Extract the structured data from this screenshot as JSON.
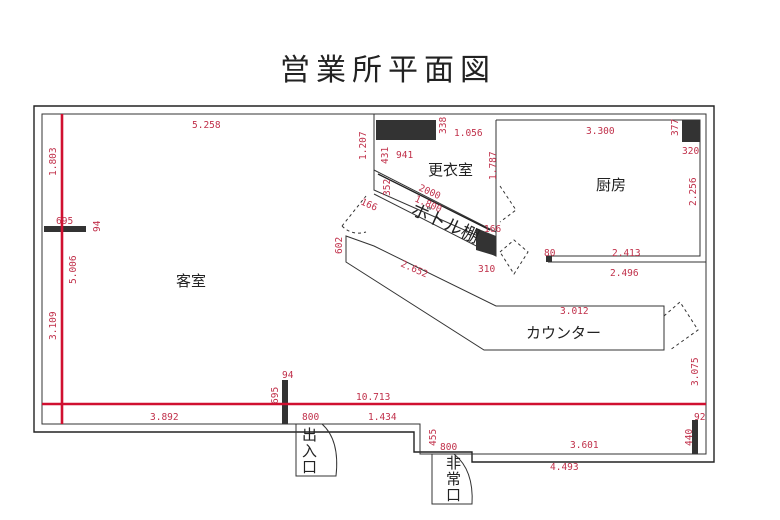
{
  "title": "営業所平面図",
  "rooms": {
    "guest": "客室",
    "changing": "更衣室",
    "kitchen": "厨房",
    "bottle": "ボトル棚",
    "counter": "カウンター",
    "entrance": [
      "出",
      "入",
      "口"
    ],
    "emergency": [
      "非",
      "常",
      "口"
    ]
  },
  "dims": {
    "d5258": "5.258",
    "d1803": "1.803",
    "d5006": "5.006",
    "d3109": "3.109",
    "d695a": "695",
    "d94a": "94",
    "d338": "338",
    "d1056": "1.056",
    "d3300": "3.300",
    "d377": "377",
    "d320": "320",
    "d1207": "1.207",
    "d431": "431",
    "d941": "941",
    "d1787": "1.787",
    "d352": "352",
    "d2000": "2000",
    "d1800": "1.800",
    "d166a": "166",
    "d166b": "166",
    "d2256": "2.256",
    "d602": "602",
    "d2652": "2.652",
    "d310": "310",
    "d80": "80",
    "d2413": "2.413",
    "d2496": "2.496",
    "d3012": "3.012",
    "d3075": "3.075",
    "d94b": "94",
    "d695b": "695",
    "d10713": "10.713",
    "d3892": "3.892",
    "d800a": "800",
    "d1434": "1.434",
    "d92": "92",
    "d440": "440",
    "d455": "455",
    "d800b": "800",
    "d3601": "3.601",
    "d4493": "4.493"
  }
}
